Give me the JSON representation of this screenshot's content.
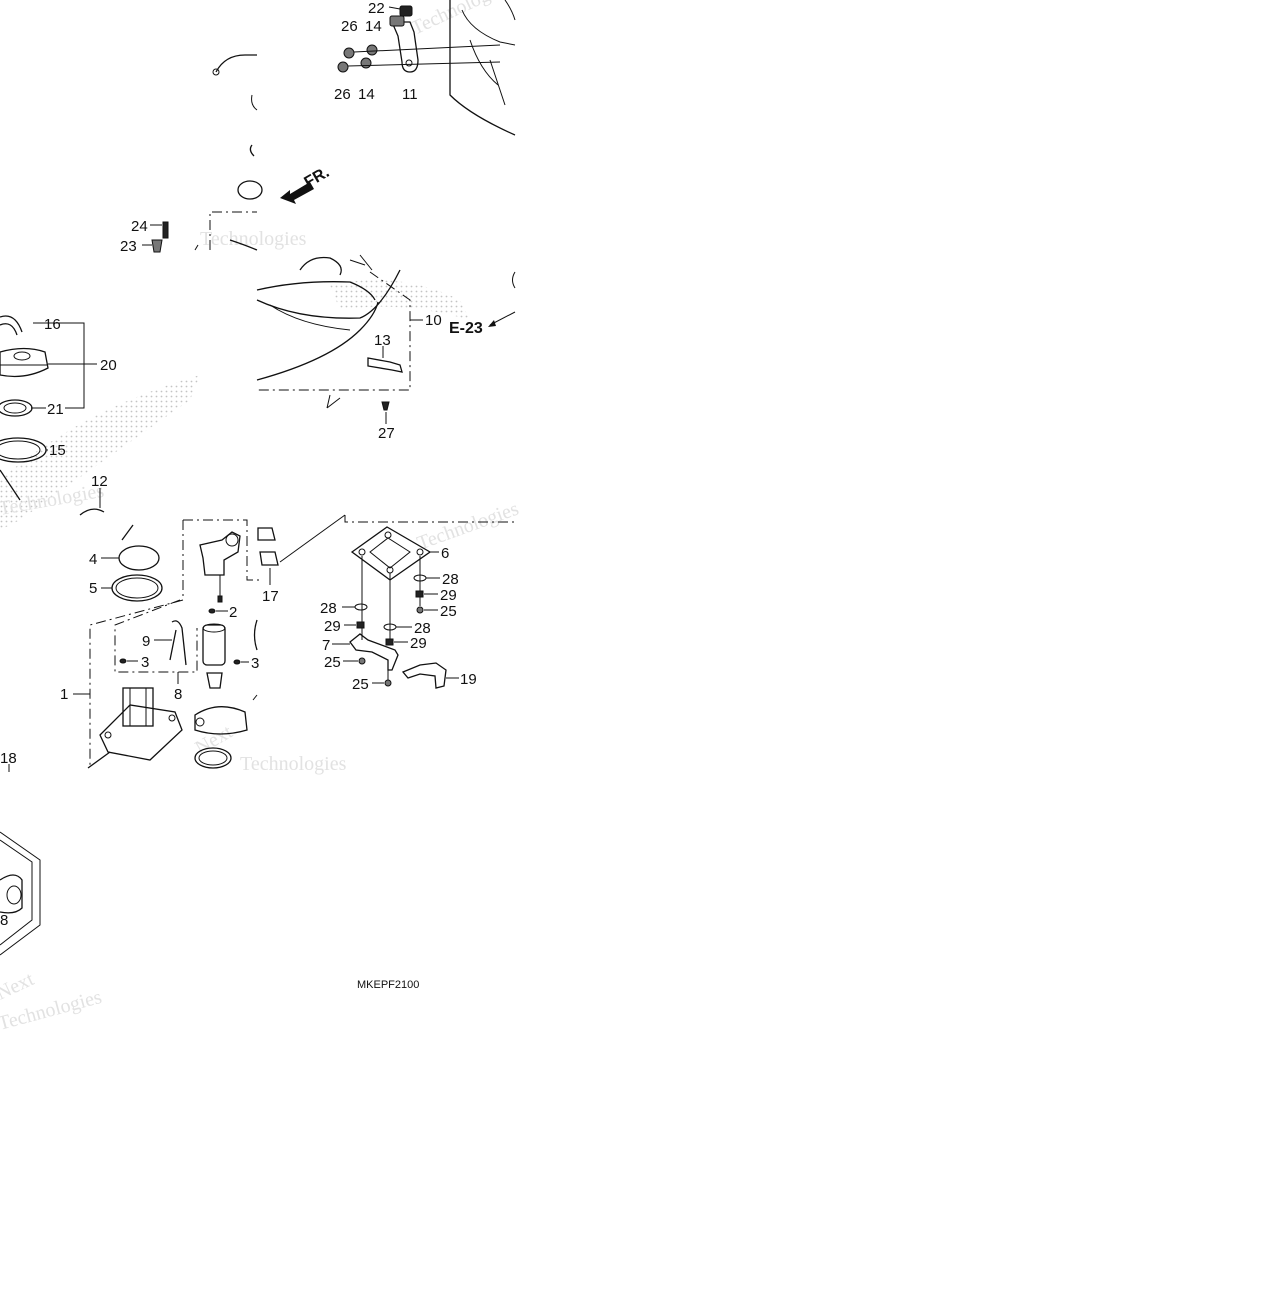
{
  "diagram": {
    "code": "MKEPF2100",
    "direction_label": "FR.",
    "reference_label": "E-23",
    "watermarks": [
      "Technologies",
      "Technologies",
      "Next",
      "Technologies",
      "Next",
      "Technologies",
      "Technologies",
      "Technologies"
    ],
    "callouts": [
      {
        "id": "c22",
        "text": "22"
      },
      {
        "id": "c26a",
        "text": "26"
      },
      {
        "id": "c14a",
        "text": "14"
      },
      {
        "id": "c26b",
        "text": "26"
      },
      {
        "id": "c14b",
        "text": "14"
      },
      {
        "id": "c11",
        "text": "11"
      },
      {
        "id": "c24",
        "text": "24"
      },
      {
        "id": "c23",
        "text": "23"
      },
      {
        "id": "c16",
        "text": "16"
      },
      {
        "id": "c20",
        "text": "20"
      },
      {
        "id": "c21",
        "text": "21"
      },
      {
        "id": "c15",
        "text": "15"
      },
      {
        "id": "c12",
        "text": "12"
      },
      {
        "id": "c10",
        "text": "10"
      },
      {
        "id": "c13",
        "text": "13"
      },
      {
        "id": "c27",
        "text": "27"
      },
      {
        "id": "c4",
        "text": "4"
      },
      {
        "id": "c5",
        "text": "5"
      },
      {
        "id": "c17",
        "text": "17"
      },
      {
        "id": "c2",
        "text": "2"
      },
      {
        "id": "c9",
        "text": "9"
      },
      {
        "id": "c3a",
        "text": "3"
      },
      {
        "id": "c3b",
        "text": "3"
      },
      {
        "id": "c8",
        "text": "8"
      },
      {
        "id": "c1",
        "text": "1"
      },
      {
        "id": "c18",
        "text": "18"
      },
      {
        "id": "c6",
        "text": "6"
      },
      {
        "id": "c28a",
        "text": "28"
      },
      {
        "id": "c29a",
        "text": "29"
      },
      {
        "id": "c25a",
        "text": "25"
      },
      {
        "id": "c28b",
        "text": "28"
      },
      {
        "id": "c29b",
        "text": "29"
      },
      {
        "id": "c28c",
        "text": "28"
      },
      {
        "id": "c7",
        "text": "7"
      },
      {
        "id": "c29c",
        "text": "29"
      },
      {
        "id": "c25b",
        "text": "25"
      },
      {
        "id": "c25c",
        "text": "25"
      },
      {
        "id": "c19",
        "text": "19"
      },
      {
        "id": "c8b",
        "text": "8"
      }
    ]
  }
}
